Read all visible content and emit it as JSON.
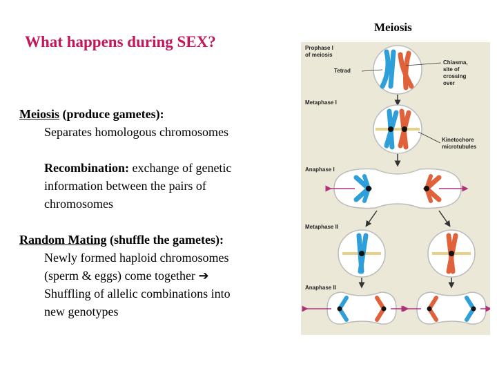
{
  "slide": {
    "title": "What happens during SEX?",
    "meiosis": {
      "term": "Meiosis",
      "term_suffix": "(produce gametes):",
      "line1": "Separates homologous chromosomes",
      "recomb_term": "Recombination:",
      "recomb_text": "exchange of genetic",
      "recomb_line2": "information between the pairs of",
      "recomb_line3": "chromosomes"
    },
    "mating": {
      "term": "Random Mating",
      "term_suffix": "(shuffle the gametes):",
      "line1": "Newly formed haploid chromosomes",
      "line2": "(sperm & eggs) come together",
      "arrow": "➔",
      "line3": "Shuffling of allelic combinations into",
      "line4": "new genotypes"
    }
  },
  "figure": {
    "title": "Meiosis",
    "labels": {
      "prophase": "Prophase I",
      "prophase2": "of meiosis",
      "tetrad": "Tetrad",
      "chiasma1": "Chiasma,",
      "chiasma2": "site of",
      "chiasma3": "crossing",
      "chiasma4": "over",
      "metaphase1": "Metaphase I",
      "kinetochore1": "Kinetochore",
      "kinetochore2": "microtubules",
      "anaphase1": "Anaphase I",
      "metaphase2": "Metaphase II",
      "anaphase2": "Anaphase II"
    },
    "colors": {
      "blue": "#2e9fd8",
      "red": "#e0623a",
      "background": "#ece8d8",
      "spindle": "#e8d089",
      "arrow": "#b0307a"
    }
  }
}
